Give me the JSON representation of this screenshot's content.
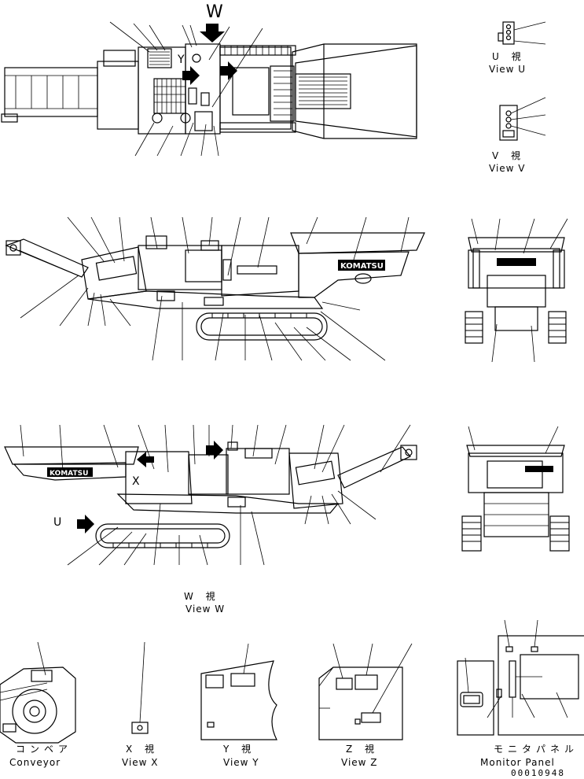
{
  "captions": {
    "view_u": {
      "jp": "U 視",
      "en": "View U"
    },
    "view_v": {
      "jp": "V 視",
      "en": "View V"
    },
    "view_w": {
      "jp": "W 視",
      "en": "View W"
    },
    "view_x": {
      "jp": "X 視",
      "en": "View X"
    },
    "view_y": {
      "jp": "Y 視",
      "en": "View Y"
    },
    "view_z": {
      "jp": "Z 視",
      "en": "View Z"
    },
    "conveyor": {
      "jp": "コンベア",
      "en": "Conveyor"
    },
    "monitor_panel": {
      "jp": "モニタパネル",
      "en": "Monitor Panel"
    }
  },
  "view_markers": {
    "w": "W",
    "y": "Y",
    "x": "X",
    "u": "U"
  },
  "logo_text": "KOMATSU",
  "drawing_number": "00010948"
}
